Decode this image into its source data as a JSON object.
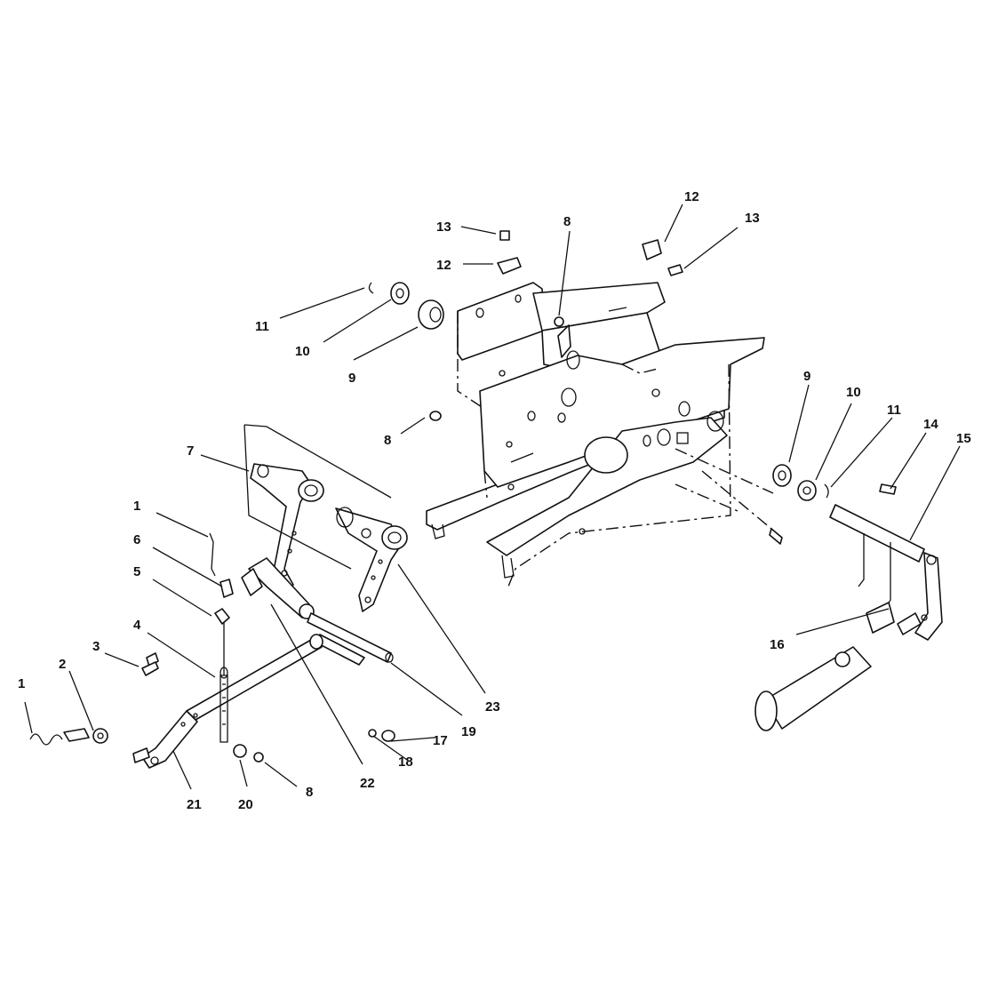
{
  "diagram": {
    "callouts": {
      "c1a": "1",
      "c2": "2",
      "c3": "3",
      "c4": "4",
      "c5": "5",
      "c6": "6",
      "c1b": "1",
      "c7": "7",
      "c21": "21",
      "c20": "20",
      "c8a": "8",
      "c22": "22",
      "c18": "18",
      "c17": "17",
      "c19": "19",
      "c23": "23",
      "c8b": "8",
      "c9a": "9",
      "c10a": "10",
      "c11a": "11",
      "c12a": "12",
      "c13a": "13",
      "c8c": "8",
      "c12b": "12",
      "c13b": "13",
      "c9b": "9",
      "c10b": "10",
      "c11b": "11",
      "c14": "14",
      "c15": "15",
      "c16": "16"
    }
  }
}
